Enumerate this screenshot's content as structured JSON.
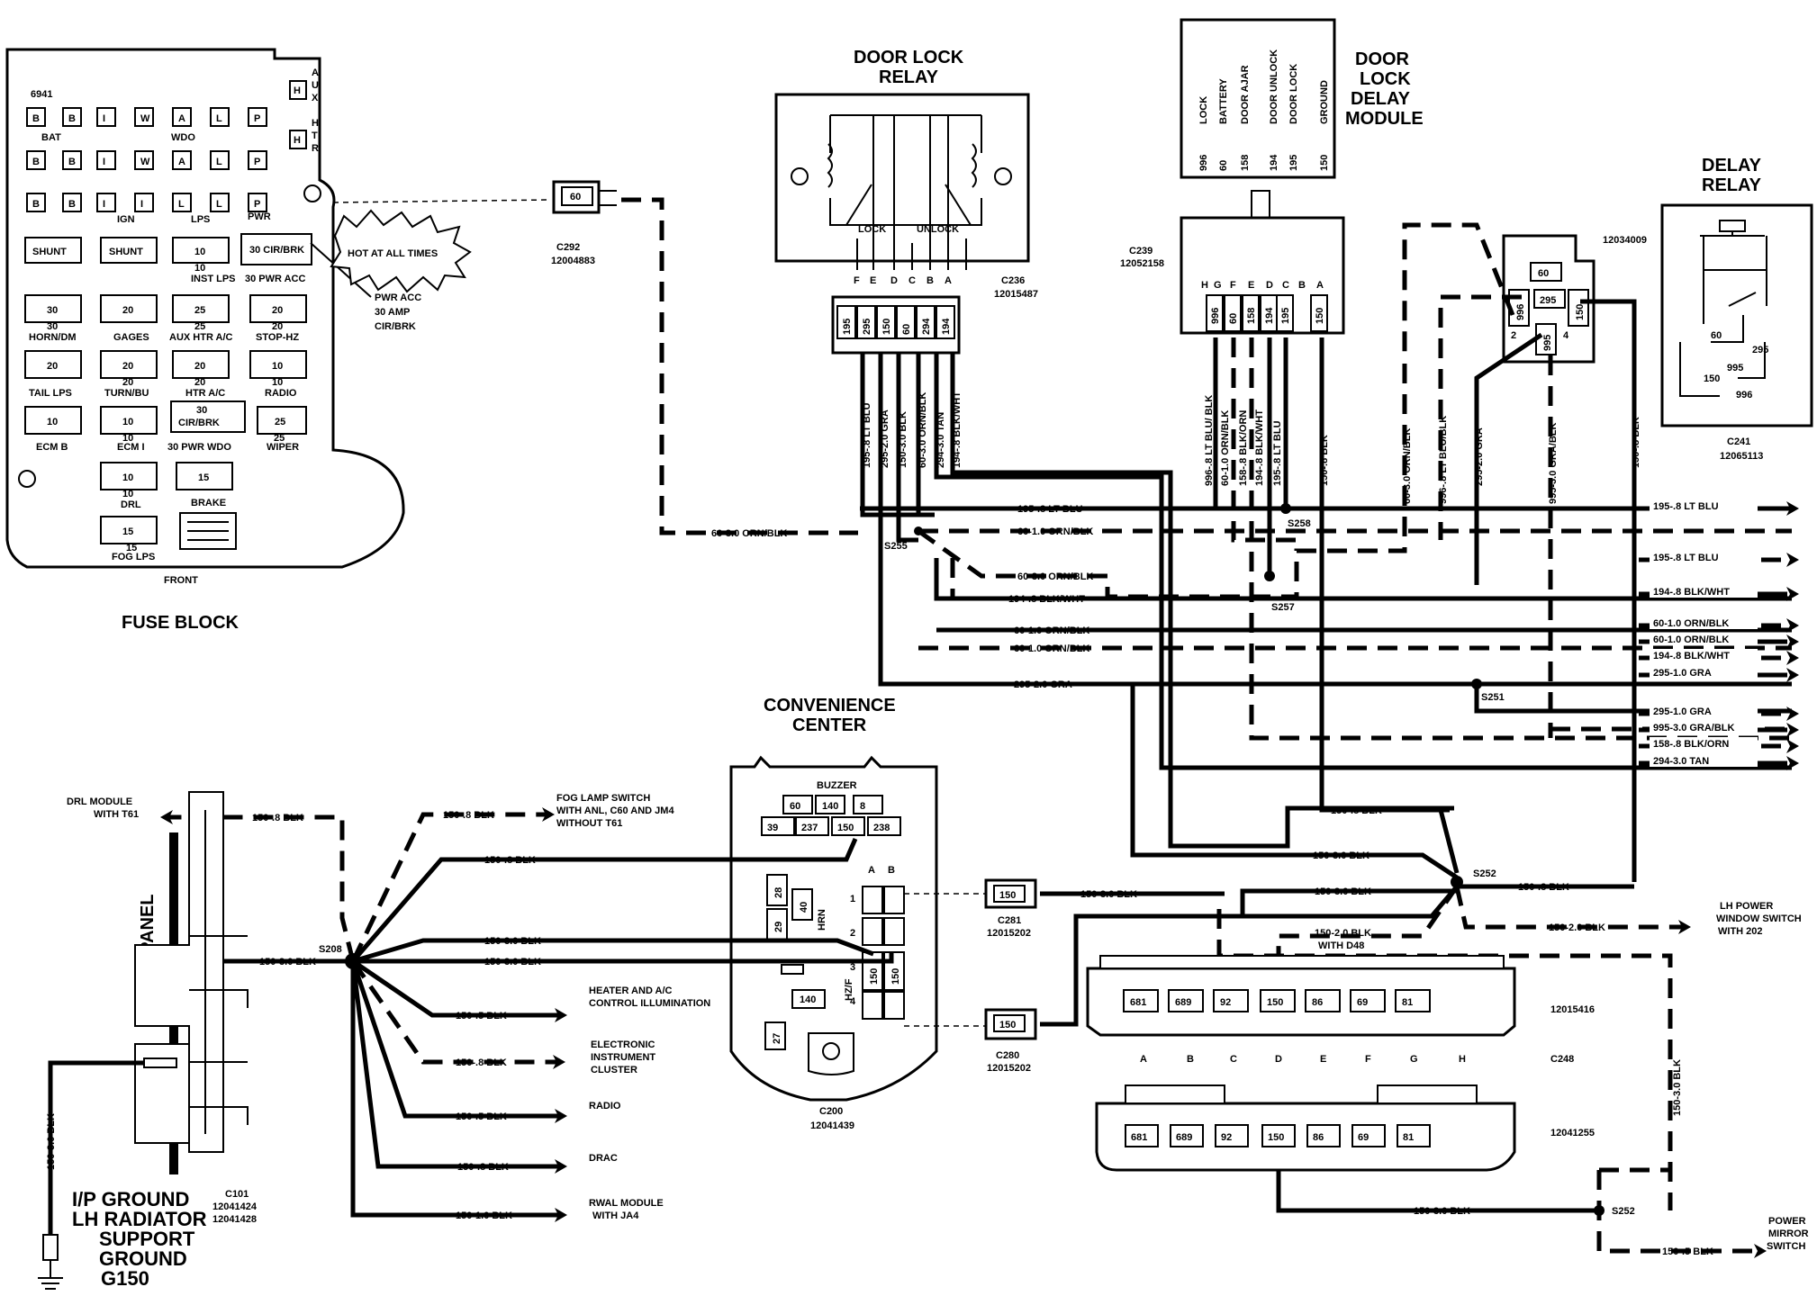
{
  "fuse_block": {
    "title": "FUSE BLOCK",
    "id_code": "6941",
    "front_label": "FRONT",
    "side_labels": [
      "A",
      "U",
      "X",
      "H",
      "T",
      "R"
    ],
    "top_rows": [
      [
        "B",
        "B",
        "I",
        "W",
        "A",
        "L",
        "P"
      ],
      [
        "B",
        "B",
        "I",
        "W",
        "A",
        "L",
        "P"
      ],
      [
        "B",
        "B",
        "I",
        "I",
        "L",
        "L",
        "P"
      ]
    ],
    "row_labels": {
      "bat": "BAT",
      "wdo": "WDO",
      "ign": "IGN",
      "lps": "LPS",
      "pwr": "PWR"
    },
    "cells": {
      "shunt1": "SHUNT",
      "shunt2": "SHUNT",
      "inst": "10",
      "cir1": "30 CIR/BRK",
      "horn": "30",
      "gages": "20",
      "auxhtr": "25",
      "stop": "20",
      "tail": "20",
      "turn": "20",
      "htr": "20",
      "radio": "10",
      "ecmb": "10",
      "ecmi": "10",
      "cir2": "30 CIR/BRK",
      "wiper": "25",
      "drl": "10",
      "brake": "15",
      "fog": "15"
    },
    "labels": {
      "inst": "INST LPS",
      "pwracc": "30 PWR ACC",
      "horn": "HORN/DM",
      "gages": "GAGES",
      "auxhtr": "AUX HTR A/C",
      "stop": "STOP-HZ",
      "tail": "TAIL LPS",
      "turn": "TURN/BU",
      "htr": "HTR A/C",
      "radio": "RADIO",
      "ecmb": "ECM B",
      "ecmi": "ECM I",
      "pwrwdo": "30 PWR WDO",
      "wiper": "WIPER",
      "drl": "DRL",
      "brake": "BRAKE",
      "fog": "FOG LPS"
    },
    "sub_labels": {
      "inst": "10",
      "auxhtr": "25",
      "turn": "20",
      "htr": "20",
      "radio": "10",
      "ecmi": "10",
      "wiper": "25",
      "drl": "10",
      "fog": "15",
      "cir": "30",
      "horn": "30",
      "stop": "20"
    },
    "callout": [
      "PWR ACC",
      "30 AMP",
      "CIR/BRK"
    ],
    "hot_label": "HOT AT ALL TIMES"
  },
  "c292": {
    "label": "C292",
    "part": "12004883",
    "pin": "60"
  },
  "door_lock_relay": {
    "title": [
      "DOOR LOCK",
      "RELAY"
    ],
    "lock": "LOCK",
    "unlock": "UNLOCK",
    "pins": [
      "F",
      "E",
      "D",
      "C",
      "B",
      "A"
    ],
    "connector": "C236",
    "connector_part": "12015487",
    "cavities": [
      "195",
      "295",
      "150",
      "60",
      "294",
      "194"
    ],
    "wires": [
      "195-.8 LT BLU",
      "295-2.0 GRA",
      "150-3.0 BLK",
      "60-3.0 ORN/BLK",
      "294-3.0 TAN",
      "194-.8 BLK/WHT"
    ]
  },
  "delay_module": {
    "title": [
      "DOOR",
      "LOCK",
      "DELAY",
      "MODULE"
    ],
    "top_labels": [
      "LOCK",
      "BATTERY",
      "DOOR AJAR",
      "DOOR UNLOCK",
      "DOOR LOCK",
      "GROUND"
    ],
    "top_numbers": [
      "996",
      "60",
      "158",
      "194",
      "195",
      "150"
    ],
    "connector": "C239",
    "connector_part": "12052158",
    "pins": [
      "H",
      "G",
      "F",
      "E",
      "D",
      "C",
      "B",
      "A"
    ],
    "cavities": [
      "996",
      "60",
      "158",
      "194",
      "195",
      "150"
    ],
    "wires": [
      "996-.8 LT BLU/ BLK",
      "60-1.0 ORN/BLK",
      "158-.8 BLK/ORN",
      "194-.8 BLK/WHT",
      "195-.8 LT BLU",
      "150-.8 BLK"
    ]
  },
  "delay_relay": {
    "title": [
      "DELAY",
      "RELAY"
    ],
    "part": "12034009",
    "cavities": [
      "60",
      "996",
      "295",
      "150",
      "995"
    ],
    "pin_numbers": [
      "2",
      "4"
    ],
    "inner": [
      "60",
      "295",
      "995",
      "150",
      "996"
    ],
    "connector": "C241",
    "connector_part": "12065113",
    "wires": [
      "60-3.0 ORN/BLK",
      "996-.8 LT BLU/BLK",
      "295-2.0 GRA",
      "995-3.0 GRA/BLK",
      "150-.8 BLK"
    ]
  },
  "splices": {
    "s255": "S255",
    "s258": "S258",
    "s257": "S257",
    "s251": "S251",
    "s252": "S252",
    "s252b": "S252",
    "s208": "S208"
  },
  "bus_labels": {
    "b1": "195-.8 LT BLU",
    "b2": "60-1.0 ORN/BLK",
    "b3": "60-3.0 ORN/BLK",
    "b4": "194-.8 BLK/WHT",
    "b5": "60-1.0 ORN/BLK",
    "b6": "60-1.0 ORN/BLK",
    "b7": "295-2.0 GRA",
    "c292w": "60-3.0 ORN/BLK"
  },
  "right_exits": [
    "195-.8 LT BLU",
    "195-.8 LT BLU",
    "194-.8 BLK/WHT",
    "60-1.0 ORN/BLK",
    "60-1.0 ORN/BLK",
    "194-.8 BLK/WHT",
    "295-1.0 GRA",
    "295-1.0 GRA",
    "995-3.0 GRA/BLK",
    "158-.8 BLK/ORN",
    "294-3.0 TAN"
  ],
  "convenience_center": {
    "title": [
      "CONVENIENCE",
      "CENTER"
    ],
    "buzzer": "BUZZER",
    "top_cells": [
      "60",
      "140",
      "8",
      "39",
      "237",
      "150",
      "238"
    ],
    "col_labels": [
      "A",
      "B"
    ],
    "row_numbers": [
      "1",
      "2",
      "3",
      "4"
    ],
    "small_cells": [
      "28",
      "40",
      "29"
    ],
    "side_labels": [
      "HRN",
      "HZ/F"
    ],
    "bottom_cells": [
      "150",
      "150",
      "140",
      "27"
    ],
    "connector": "C200",
    "connector_part": "12041439"
  },
  "c281": {
    "pin": "150",
    "label": "C281",
    "part": "12015202"
  },
  "c280": {
    "pin": "150",
    "label": "C280",
    "part": "12015202"
  },
  "c248": {
    "upper": [
      "681",
      "689",
      "92",
      "150",
      "86",
      "69",
      "81"
    ],
    "upper_part": "12015416",
    "letters": [
      "A",
      "B",
      "C",
      "D",
      "E",
      "F",
      "G",
      "H"
    ],
    "connector": "C248",
    "lower": [
      "681",
      "689",
      "92",
      "150",
      "86",
      "69",
      "81"
    ],
    "lower_part": "12041255"
  },
  "ground_area": {
    "dash_panel": "DASH PANEL",
    "c101": [
      "C101",
      "12041424",
      "12041428"
    ],
    "ground_title": [
      "I/P GROUND",
      "LH RADIATOR",
      "SUPPORT",
      "GROUND",
      "G150"
    ],
    "vert_wire": "150-3.0 BLK"
  },
  "s208_branches": {
    "drl": {
      "wire": "150-.8 BLK",
      "dest": [
        "DRL MODULE",
        "WITH T61"
      ]
    },
    "fog": {
      "wire": "150-.8 BLK",
      "dest": [
        "FOG LAMP SWITCH",
        "WITH ANL, C60 AND JM4",
        "WITHOUT T61"
      ]
    },
    "conv": {
      "wire": "150-.8 BLK"
    },
    "c101": {
      "wire": "150-3.0 BLK"
    },
    "b1": {
      "wire": "150-3.0 BLK"
    },
    "b2": {
      "wire": "150-3.0 BLK"
    },
    "heater": {
      "wire": "150-.5 BLK",
      "dest": [
        "HEATER AND A/C",
        "CONTROL ILLUMINATION"
      ]
    },
    "cluster": {
      "wire": "150-.8 BLK",
      "dest": [
        "ELECTRONIC",
        "INSTRUMENT",
        "CLUSTER"
      ]
    },
    "radio": {
      "wire": "150-.5 BLK",
      "dest": [
        "RADIO"
      ]
    },
    "drac": {
      "wire": "150-.8 BLK",
      "dest": [
        "DRAC"
      ]
    },
    "rwal": {
      "wire": "150-1.0 BLK",
      "dest": [
        "RWAL MODULE",
        "WITH JA4"
      ]
    }
  },
  "s252_wires": {
    "top": "150-.8 BLK",
    "a": "150-3.0 BLK",
    "b": "150-3.0 BLK",
    "c281w": "150-3.0 BLK",
    "right": "150-.8 BLK",
    "d48": [
      "150-2.0 BLK",
      "WITH D48"
    ],
    "lhpw": "150-2.0 BLK",
    "lhpw_dest": [
      "LH POWER",
      "WINDOW SWITCH",
      "WITH 202"
    ],
    "vert": "150-3.0 BLK",
    "bottom": "150-3.0 BLK",
    "mirror": "150-.5 BLK",
    "mirror_dest": [
      "POWER",
      "MIRROR",
      "SWITCH"
    ]
  }
}
